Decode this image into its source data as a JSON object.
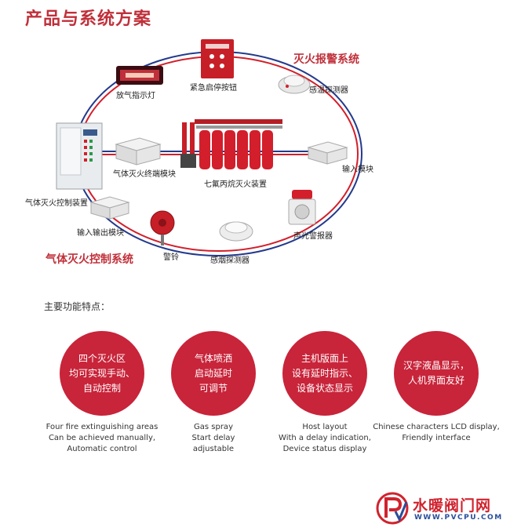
{
  "title": "产品与系统方案",
  "systems": {
    "alarm": "灭火报警系统",
    "control": "气体灭火控制系统"
  },
  "devices": {
    "release_light": "放气指示灯",
    "emergency_button": "紧急启停按钮",
    "heat_detector": "感温探测器",
    "controller": "气体灭火控制装置",
    "terminal_module": "气体灭火终端模块",
    "heptafluoro_unit": "七氟丙烷灭火装置",
    "input_module": "输入模块",
    "io_module": "输入输出模块",
    "bell": "警铃",
    "smoke_detector": "感烟探测器",
    "sound_light_alarm": "声光警报器"
  },
  "features": {
    "heading": "主要功能特点：",
    "items": [
      {
        "cn": [
          "四个灭火区",
          "均可实现手动、",
          "自动控制"
        ],
        "en": [
          "Four fire extinguishing areas",
          "Can be achieved manually,",
          "Automatic control"
        ]
      },
      {
        "cn": [
          "气体喷洒",
          "启动延时",
          "可调节"
        ],
        "en": [
          "Gas spray",
          "Start delay",
          "adjustable"
        ]
      },
      {
        "cn": [
          "主机版面上",
          "设有延时指示、",
          "设备状态显示"
        ],
        "en": [
          "Host layout",
          "With a delay indication,",
          "Device status display"
        ]
      },
      {
        "cn": [
          "汉字液晶显示，",
          "人机界面友好"
        ],
        "en": [
          "Chinese characters LCD display,",
          "Friendly interface"
        ]
      }
    ]
  },
  "logo": {
    "text": "水暖阀门网",
    "url": "WWW.PVCPU.COM"
  },
  "colors": {
    "accent": "#c8243a",
    "ring_red": "#d21f2b",
    "ring_blue": "#233a8c"
  }
}
